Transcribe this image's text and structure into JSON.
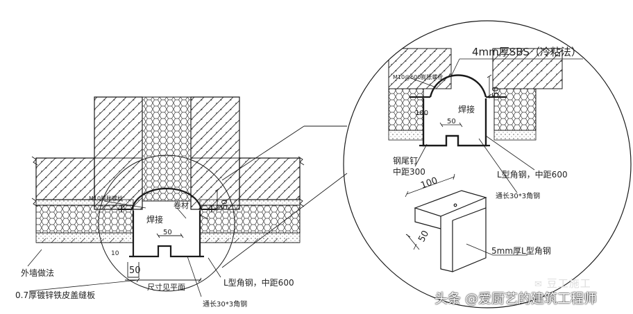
{
  "labels": {
    "top_membrane": "4mm厚SBS（冷粘法）",
    "bolt_detail": "M10@600膨胀螺栓",
    "dim_100_detail": "100",
    "weld_detail": "焊接",
    "dim_50_detail": "50",
    "dim_50_vertical_detail": "50",
    "nail": "钢尾钉",
    "nail_spacing": "中距300",
    "angle_detail": "L型角钢，中距600",
    "strip_detail": "通长30*3角钢",
    "plate_dim_100": "100",
    "plate_dim_50": "50",
    "plate_label": "5mm厚L型角钢",
    "main_bolt": "M10膨胀螺栓",
    "main_weld": "焊接",
    "main_membrane": "卷材",
    "main_dim_50_top": "50",
    "main_dim_50_v": "50",
    "main_dim_50_left": "50",
    "main_dim_10": "10",
    "exterior_wall": "外墙做法",
    "galvanized_plate": "0.7厚镀锌铁皮盖缝板",
    "size_ref": "尺寸见平面",
    "main_angle": "L型角钢，中距600",
    "main_strip": "通长30*3角钢"
  },
  "watermarks": {
    "source_badge": "豆工施工",
    "author": "头条 @爱厨艺的建筑工程师"
  },
  "colors": {
    "line": "#1a1a1a",
    "background": "#ffffff",
    "watermark_text": "#ffffff"
  }
}
